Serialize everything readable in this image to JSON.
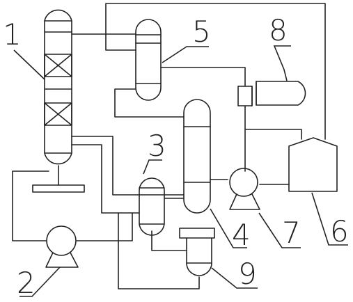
{
  "labels": {
    "column": "1",
    "pump_left": "2",
    "small_vessel": "3",
    "tall_column": "4",
    "upper_vessel": "5",
    "tank": "6",
    "pump_right": "7",
    "horizontal_vessel": "8",
    "receiver": "9"
  },
  "colors": {
    "stroke": "#222222",
    "background": "#ffffff"
  }
}
